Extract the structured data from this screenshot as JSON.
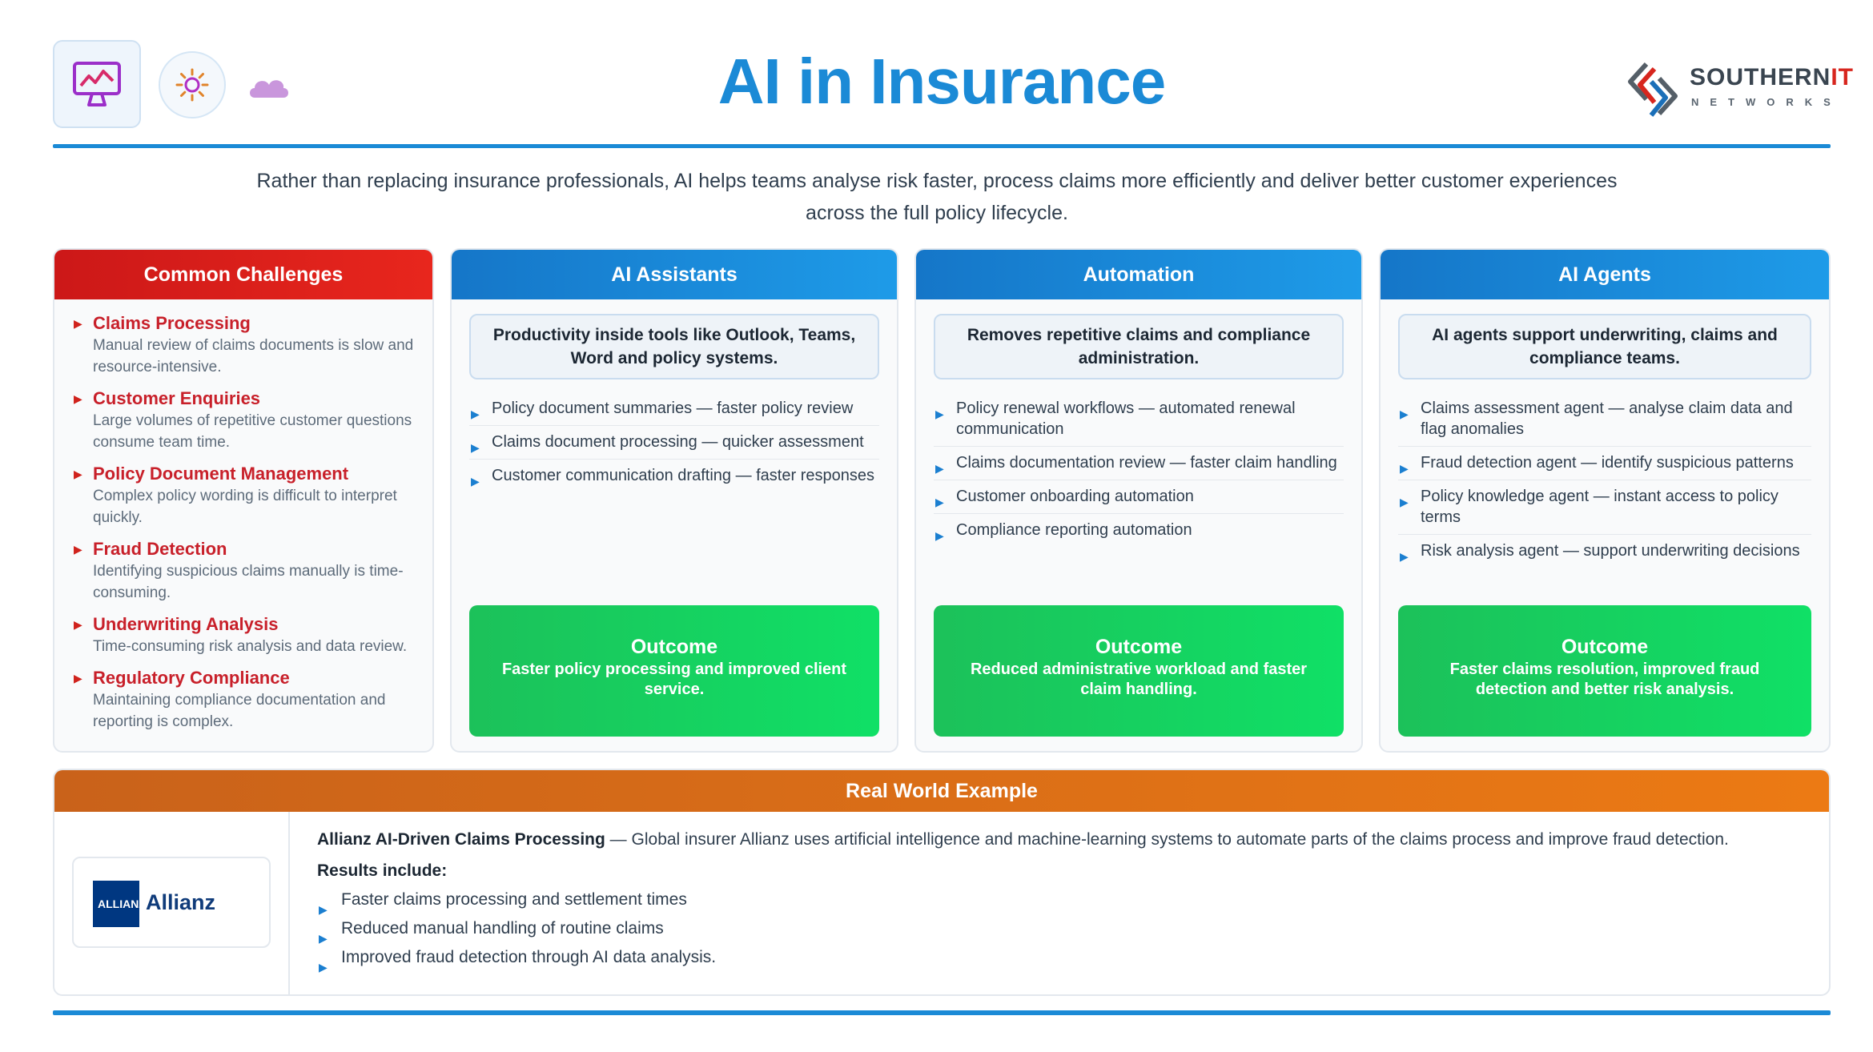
{
  "title": "AI in Insurance",
  "logo": {
    "word_main": "SOUTHERN",
    "word_accent": "IT",
    "sub": "NETWORKS"
  },
  "intro": "Rather than replacing insurance professionals, AI helps teams analyse risk faster, process claims more efficiently and deliver better customer experiences across the full policy lifecycle.",
  "challenges": {
    "heading": "Common Challenges",
    "items": [
      {
        "title": "Claims Processing",
        "desc": "Manual review of claims documents is slow and resource-intensive."
      },
      {
        "title": "Customer Enquiries",
        "desc": "Large volumes of repetitive customer questions consume team time."
      },
      {
        "title": "Policy Document Management",
        "desc": "Complex policy wording is difficult to interpret quickly."
      },
      {
        "title": "Fraud Detection",
        "desc": "Identifying suspicious claims manually is time-consuming."
      },
      {
        "title": "Underwriting Analysis",
        "desc": "Time-consuming risk analysis and data review."
      },
      {
        "title": "Regulatory Compliance",
        "desc": "Maintaining compliance documentation and reporting is complex."
      }
    ]
  },
  "columns": [
    {
      "heading": "AI Assistants",
      "summary": "Productivity inside tools like Outlook, Teams, Word and policy systems.",
      "items": [
        "Policy document summaries — faster policy review",
        "Claims document processing — quicker assessment",
        "Customer communication drafting — faster responses"
      ],
      "outcome_title": "Outcome",
      "outcome_text": "Faster policy processing and improved client service."
    },
    {
      "heading": "Automation",
      "summary": "Removes repetitive claims and compliance administration.",
      "items": [
        "Policy renewal workflows — automated renewal communication",
        "Claims documentation review — faster claim handling",
        "Customer onboarding automation",
        "Compliance reporting automation"
      ],
      "outcome_title": "Outcome",
      "outcome_text": "Reduced administrative workload and faster claim handling."
    },
    {
      "heading": "AI Agents",
      "summary": "AI agents support underwriting, claims and compliance teams.",
      "items": [
        "Claims assessment agent — analyse claim data and flag anomalies",
        "Fraud detection agent — identify suspicious patterns",
        "Policy knowledge agent — instant access to policy terms",
        "Risk analysis agent — support underwriting decisions"
      ],
      "outcome_title": "Outcome",
      "outcome_text": "Faster claims resolution, improved fraud detection and better risk analysis."
    }
  ],
  "example": {
    "heading": "Real World Example",
    "brand_mark": "ALLIANZ",
    "brand_name": "Allianz",
    "case_name": "Allianz AI-Driven Claims Processing",
    "case_text": " — Global insurer Allianz uses artificial intelligence and machine-learning systems to automate parts of the claims process and improve fraud detection.",
    "results_label": "Results include:",
    "results": [
      "Faster claims processing and settlement times",
      "Reduced manual handling of routine claims",
      "Improved fraud detection through AI data analysis."
    ]
  }
}
